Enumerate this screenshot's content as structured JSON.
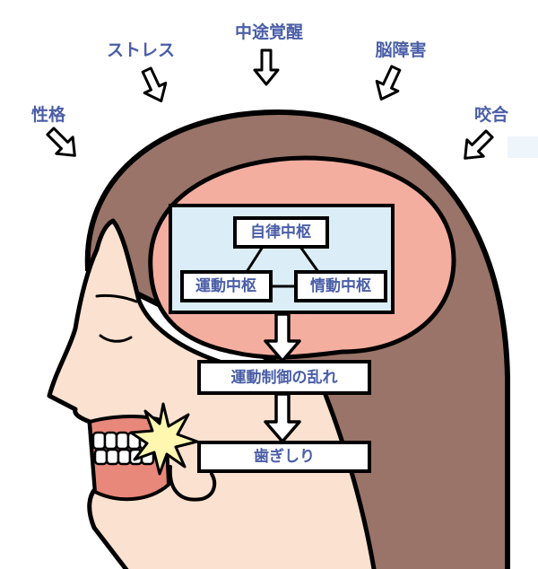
{
  "factors": {
    "personality": "性格",
    "stress": "ストレス",
    "nocturnal_awakening": "中途覚醒",
    "brain_damage": "脳障害",
    "occlusion": "咬合"
  },
  "brain_diagram": {
    "autonomic_center": "自律中枢",
    "motor_center": "運動中枢",
    "emotional_center": "情動中枢",
    "motor_control_disorder": "運動制御の乱れ",
    "bruxism": "歯ぎしり"
  },
  "colors": {
    "label_text": "#4a5ea8",
    "hair": "#9a7468",
    "skin": "#fbe1cf",
    "brain": "#f4ae9f",
    "center_panel": "#dbeef8",
    "mouth": "#e8887a",
    "impact": "#fff7b0"
  }
}
